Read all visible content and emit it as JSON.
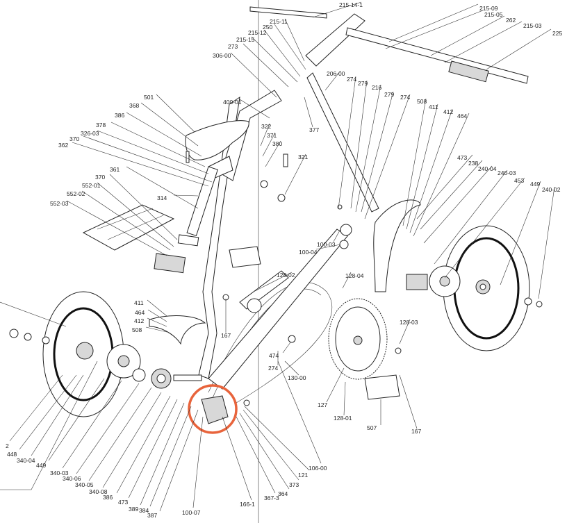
{
  "labels": [
    "215-14-1",
    "215-09",
    "215-05",
    "262",
    "215-03",
    "225",
    "215-11",
    "250",
    "215-12",
    "215-15",
    "273",
    "306-00",
    "206-00",
    "274",
    "279",
    "216",
    "279",
    "274",
    "508",
    "411",
    "412",
    "464",
    "400-01",
    "377",
    "322",
    "371",
    "380",
    "321",
    "501",
    "368",
    "386",
    "378",
    "326-03",
    "370",
    "362",
    "314",
    "361",
    "370",
    "552-01",
    "552-02",
    "552-03",
    "473",
    "238",
    "240-04",
    "240-03",
    "453",
    "449",
    "240-02",
    "100-03",
    "100-04",
    "128-02",
    "128-04",
    "411",
    "464",
    "412",
    "508",
    "167",
    "128-03",
    "474",
    "274",
    "130-00",
    "127",
    "128-01",
    "507",
    "167",
    "2",
    "448",
    "340-04",
    "449",
    "340-03",
    "340-06",
    "340-05",
    "340-08",
    "386",
    "473",
    "389",
    "384",
    "387",
    "100-07",
    "166-1",
    "367-3",
    "364",
    "373",
    "121",
    "106-00"
  ],
  "highlight_color": "#e8643c"
}
